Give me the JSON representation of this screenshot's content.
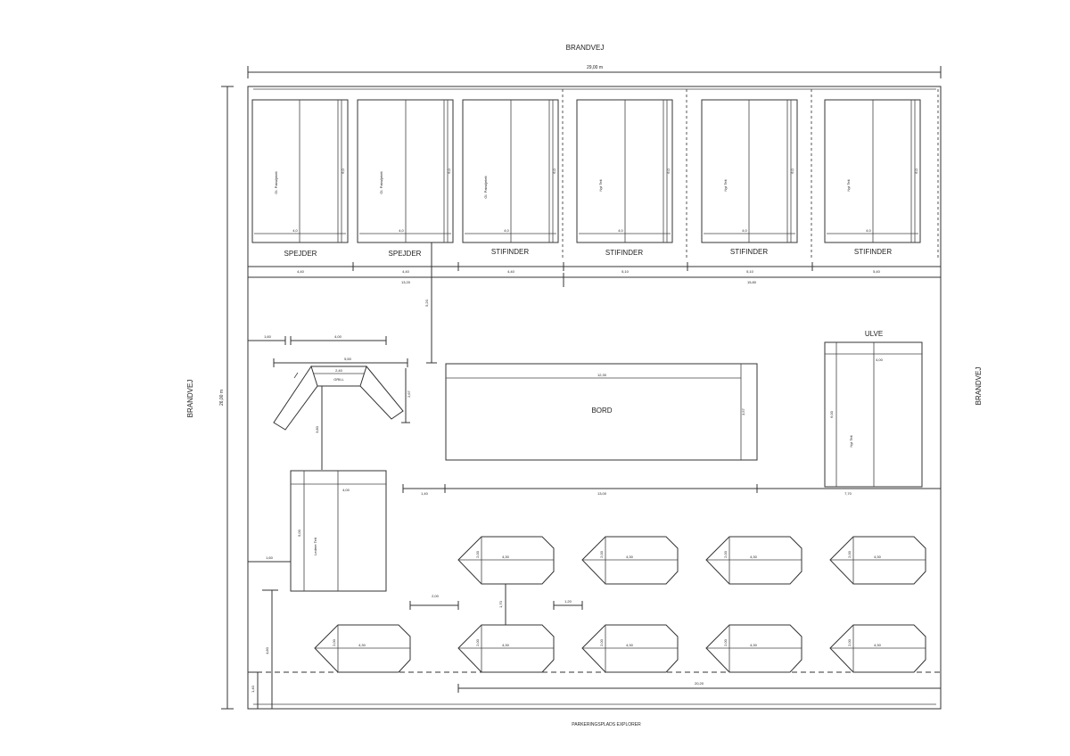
{
  "streets": {
    "top": "BRANDVEJ",
    "left": "BRANDVEJ",
    "right": "BRANDVEJ",
    "bottom": "PARKERINGSPLADS EXPLORER"
  },
  "overall": {
    "width_label": "29,00 m",
    "height_label": "26,00 m"
  },
  "top_tents": [
    {
      "group": "SPEJDER",
      "name": "Gl. Patruljetelt",
      "dim_w": "4,0",
      "dim_h": "6,0",
      "spacing": "4,40"
    },
    {
      "group": "SPEJDER",
      "name": "Gl. Patruljetelt",
      "dim_w": "4,0",
      "dim_h": "6,0",
      "spacing": "4,40"
    },
    {
      "group": "STIFINDER",
      "name": "Gl. Patruljetelt",
      "dim_w": "4,0",
      "dim_h": "6,0",
      "spacing": "4,40"
    },
    {
      "group": "STIFINDER",
      "name": "Nyt Telt",
      "dim_w": "4,0",
      "dim_h": "6,0",
      "spacing": "5,10"
    },
    {
      "group": "STIFINDER",
      "name": "Nyt Telt",
      "dim_w": "4,0",
      "dim_h": "6,0",
      "spacing": "5,10"
    },
    {
      "group": "STIFINDER",
      "name": "Nyt Telt",
      "dim_w": "4,0",
      "dim_h": "6,0",
      "spacing": "5,40"
    }
  ],
  "group_totals": {
    "left": "13,20",
    "right": "15,80"
  },
  "grill": {
    "label": "GRILL",
    "w1": "5,50",
    "w2": "2,40",
    "h": "2,67"
  },
  "dims_left": {
    "a": "1,60",
    "b": "4,00",
    "grill_to_tent": "3,80",
    "edge_to_tent": "1,60"
  },
  "table": {
    "label": "BORD",
    "len": "12,30",
    "depth": "3,57",
    "gap_above": "5,20"
  },
  "ulve": {
    "label": "ULVE",
    "name": "Nyt Telt",
    "w": "4,00",
    "h": "6,00"
  },
  "lederen": {
    "name": "Ledere Telt",
    "w": "4,00",
    "h": "5,00"
  },
  "mid_dims": {
    "a": "1,40",
    "b": "13,00",
    "c": "7,70"
  },
  "small_tents": {
    "len": "4,30",
    "wid": "2,00"
  },
  "row_gaps": {
    "h": "2,00",
    "v": "1,70",
    "h2": "1,20"
  },
  "bottom_dims": {
    "left_tall": "4,80",
    "left_short": "1,40",
    "long": "20,20"
  }
}
